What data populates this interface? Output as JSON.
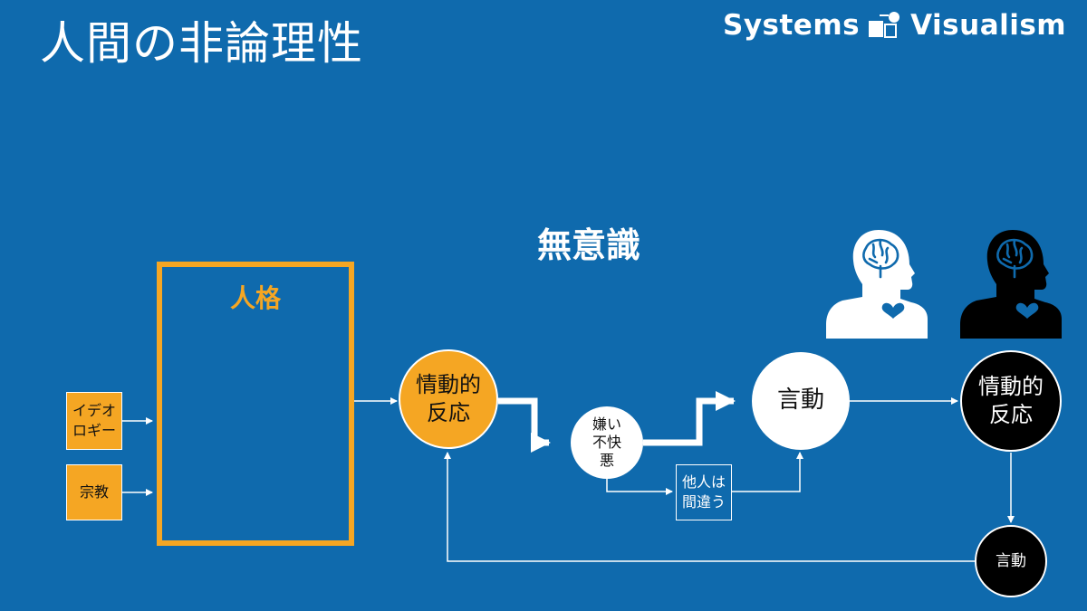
{
  "slide": {
    "title": "人間の非論理性",
    "brand_left": "Systems",
    "brand_right": "Visualism"
  },
  "diagram": {
    "unconscious_label": "無意識",
    "persona_label": "人格",
    "input_ideology_line1": "イデオ",
    "input_ideology_line2": "ロギー",
    "input_religion": "宗教",
    "emotional_reaction_line1": "情動的",
    "emotional_reaction_line2": "反応",
    "dislike_line1": "嫌い",
    "dislike_line2": "不快",
    "dislike_line3": "悪",
    "behavior": "言動",
    "others_wrong_line1": "他人は",
    "others_wrong_line2": "間違う",
    "other_emotional_line1": "情動的",
    "other_emotional_line2": "反応",
    "other_behavior": "言動"
  },
  "icons": {
    "self_person": "person-brain-heart-icon",
    "other_person": "person-brain-heart-icon"
  },
  "colors": {
    "background": "#0f6aad",
    "accent": "#f5a623",
    "white": "#ffffff",
    "black": "#000000"
  }
}
